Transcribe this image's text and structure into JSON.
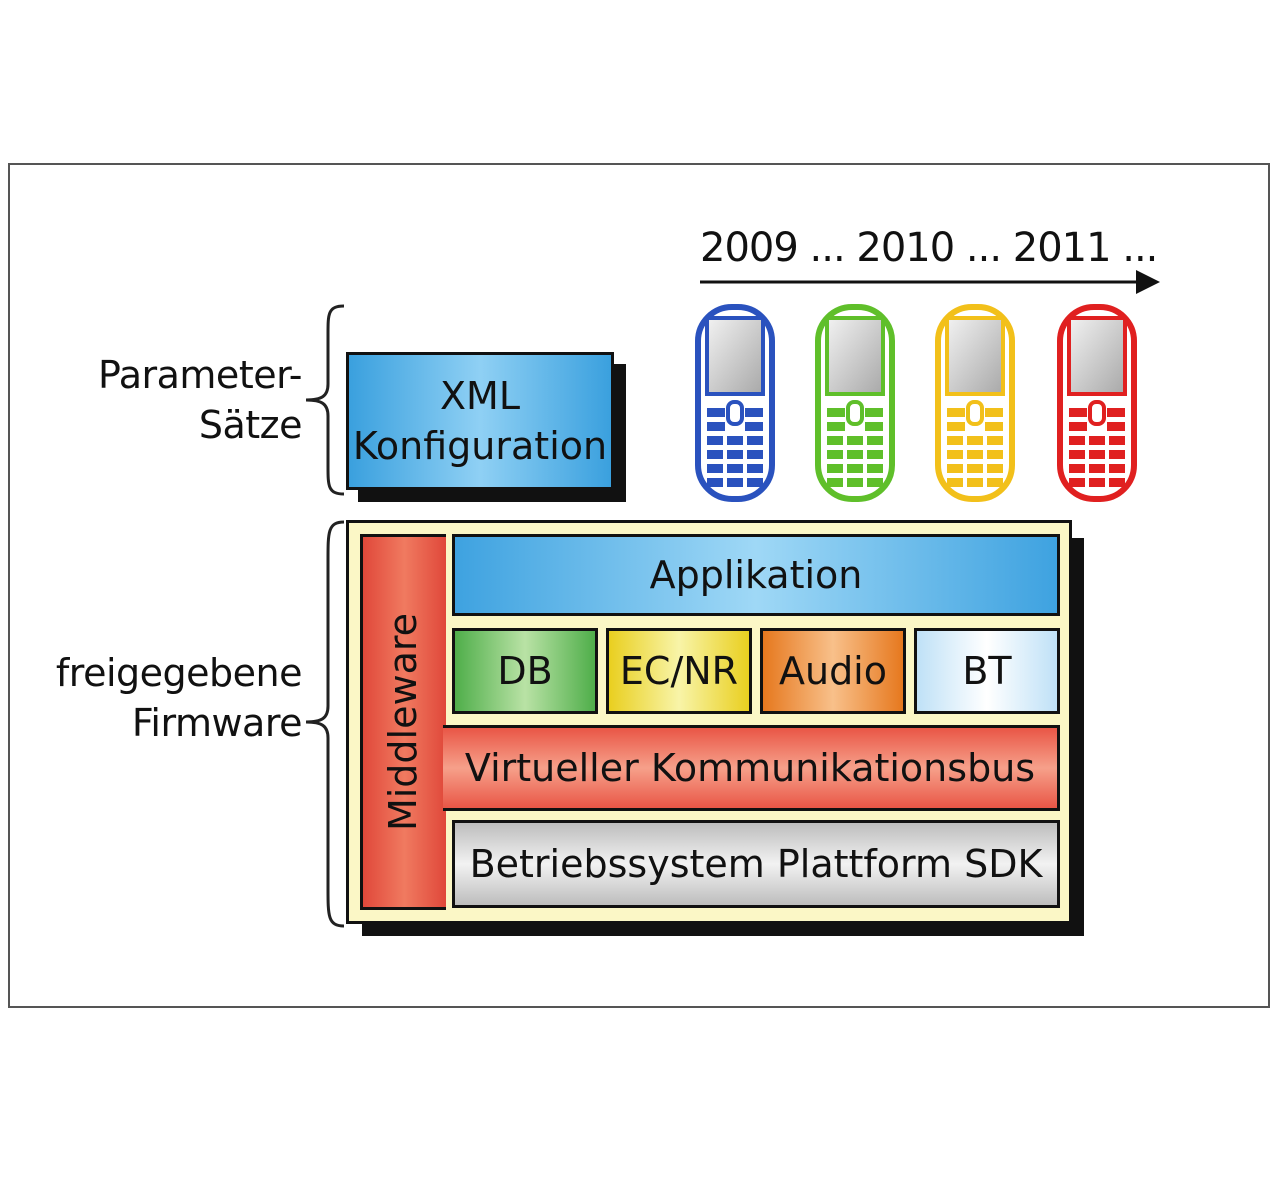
{
  "labels": {
    "parameter_line1": "Parameter-",
    "parameter_line2": "Sätze",
    "firmware_line1": "freigegebene",
    "firmware_line2": "Firmware"
  },
  "timeline": {
    "text": "2009 ... 2010 ... 2011 ..."
  },
  "phones": [
    {
      "color": "#2a52be",
      "icon": "mobile-phone-icon"
    },
    {
      "color": "#5fbf2a",
      "icon": "mobile-phone-icon"
    },
    {
      "color": "#f2c01a",
      "icon": "mobile-phone-icon"
    },
    {
      "color": "#e02020",
      "icon": "mobile-phone-icon"
    }
  ],
  "xml_box": {
    "line1": "XML",
    "line2": "Konfiguration"
  },
  "firmware_stack": {
    "middleware": "Middleware",
    "application": "Applikation",
    "modules": [
      "DB",
      "EC/NR",
      "Audio",
      "BT"
    ],
    "bus": "Virtueller Kommunikationsbus",
    "os": "Betriebssystem Plattform SDK"
  }
}
